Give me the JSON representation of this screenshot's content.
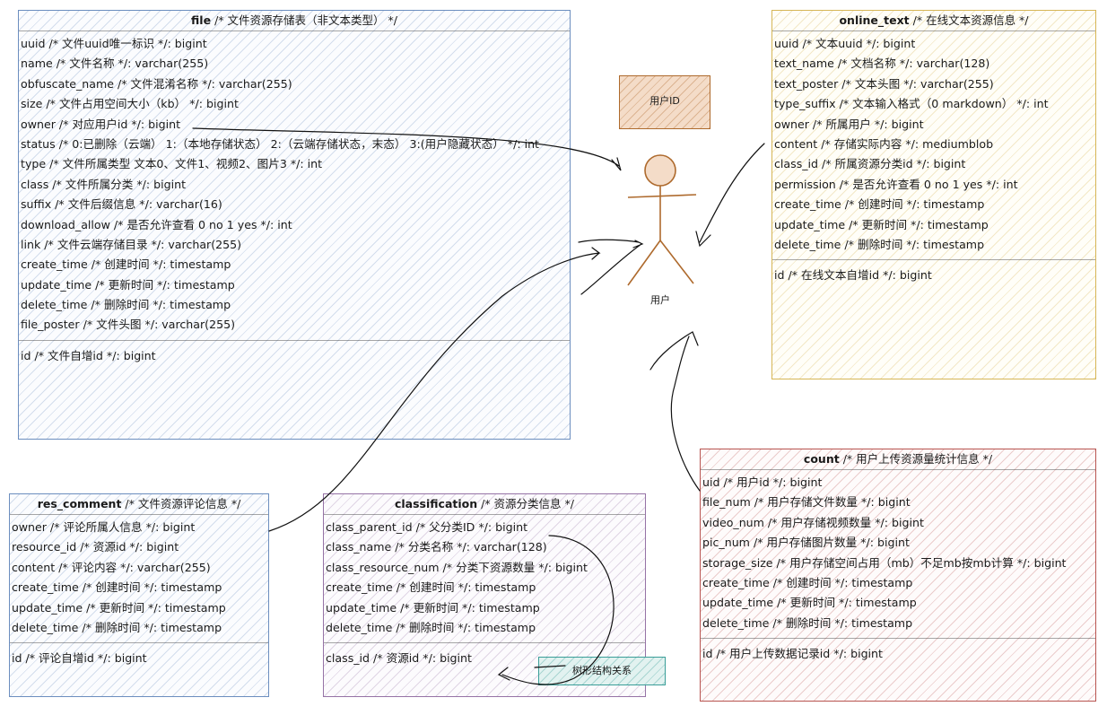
{
  "entities": {
    "file": {
      "name": "file",
      "comment": "/* 文件资源存储表（非文本类型） */",
      "fields": [
        "uuid /* 文件uuid唯一标识 */: bigint",
        "name /* 文件名称 */: varchar(255)",
        "obfuscate_name /* 文件混淆名称 */: varchar(255)",
        "size /* 文件占用空间大小（kb） */: bigint",
        "owner /* 对应用户id */: bigint",
        "status /* 0:已删除（云端） 1:（本地存储状态） 2:（云端存储状态，末态） 3:(用户隐藏状态） */: int",
        "type /* 文件所属类型 文本0、文件1、视频2、图片3 */: int",
        "class /* 文件所属分类 */: bigint",
        "suffix /* 文件后缀信息 */: varchar(16)",
        "download_allow /* 是否允许查看 0 no 1 yes */: int",
        "link /* 文件云端存储目录 */: varchar(255)",
        "create_time /* 创建时间 */: timestamp",
        "update_time /* 更新时间 */: timestamp",
        "delete_time /* 删除时间 */: timestamp",
        "file_poster /* 文件头图 */: varchar(255)"
      ],
      "key": "id /* 文件自增id */: bigint"
    },
    "online_text": {
      "name": "online_text",
      "comment": "/* 在线文本资源信息 */",
      "fields": [
        "uuid /* 文本uuid */: bigint",
        "text_name /* 文档名称 */: varchar(128)",
        "text_poster /* 文本头图 */: varchar(255)",
        "type_suffix /* 文本输入格式（0 markdown） */: int",
        "owner /* 所属用户 */: bigint",
        "content /* 存储实际内容 */: mediumblob",
        "class_id /* 所属资源分类id */: bigint",
        "permission /* 是否允许查看 0 no 1 yes */: int",
        "create_time /* 创建时间 */: timestamp",
        "update_time /* 更新时间 */: timestamp",
        "delete_time /* 删除时间 */: timestamp"
      ],
      "key": "id /* 在线文本自增id */: bigint"
    },
    "res_comment": {
      "name": "res_comment",
      "comment": "/* 文件资源评论信息 */",
      "fields": [
        "owner /* 评论所属人信息 */: bigint",
        "resource_id /* 资源id */: bigint",
        "content /* 评论内容 */: varchar(255)",
        "create_time /* 创建时间 */: timestamp",
        "update_time /* 更新时间 */: timestamp",
        "delete_time /* 删除时间 */: timestamp"
      ],
      "key": "id /* 评论自增id */: bigint"
    },
    "classification": {
      "name": "classification",
      "comment": "/* 资源分类信息 */",
      "fields": [
        "class_parent_id /* 父分类ID */: bigint",
        "class_name /* 分类名称 */: varchar(128)",
        "class_resource_num /* 分类下资源数量 */: bigint",
        "create_time /* 创建时间 */: timestamp",
        "update_time /* 更新时间 */: timestamp",
        "delete_time /* 删除时间 */: timestamp"
      ],
      "key": "class_id /* 资源id */: bigint"
    },
    "count": {
      "name": "count",
      "comment": "/* 用户上传资源量统计信息 */",
      "fields": [
        "uid /* 用户id */: bigint",
        "file_num /* 用户存储文件数量 */: bigint",
        "video_num /* 用户存储视频数量 */: bigint",
        "pic_num /* 用户存储图片数量 */: bigint",
        "storage_size /* 用户存储空间占用（mb）不足mb按mb计算 */: bigint",
        "create_time /* 创建时间 */: timestamp",
        "update_time /* 更新时间 */: timestamp",
        "delete_time /* 删除时间 */: timestamp"
      ],
      "key": "id /* 用户上传数据记录id */: bigint"
    }
  },
  "labels": {
    "user_id": "用户ID",
    "user": "用户",
    "tree_relation": "树形结构关系"
  },
  "colors": {
    "file_border": "#6c8ebf",
    "online_text_border": "#d6b656",
    "classification_border": "#9673a6",
    "count_border": "#b85450",
    "user_figure": "#ae6a2d",
    "tree_box_border": "#3a9e98"
  }
}
